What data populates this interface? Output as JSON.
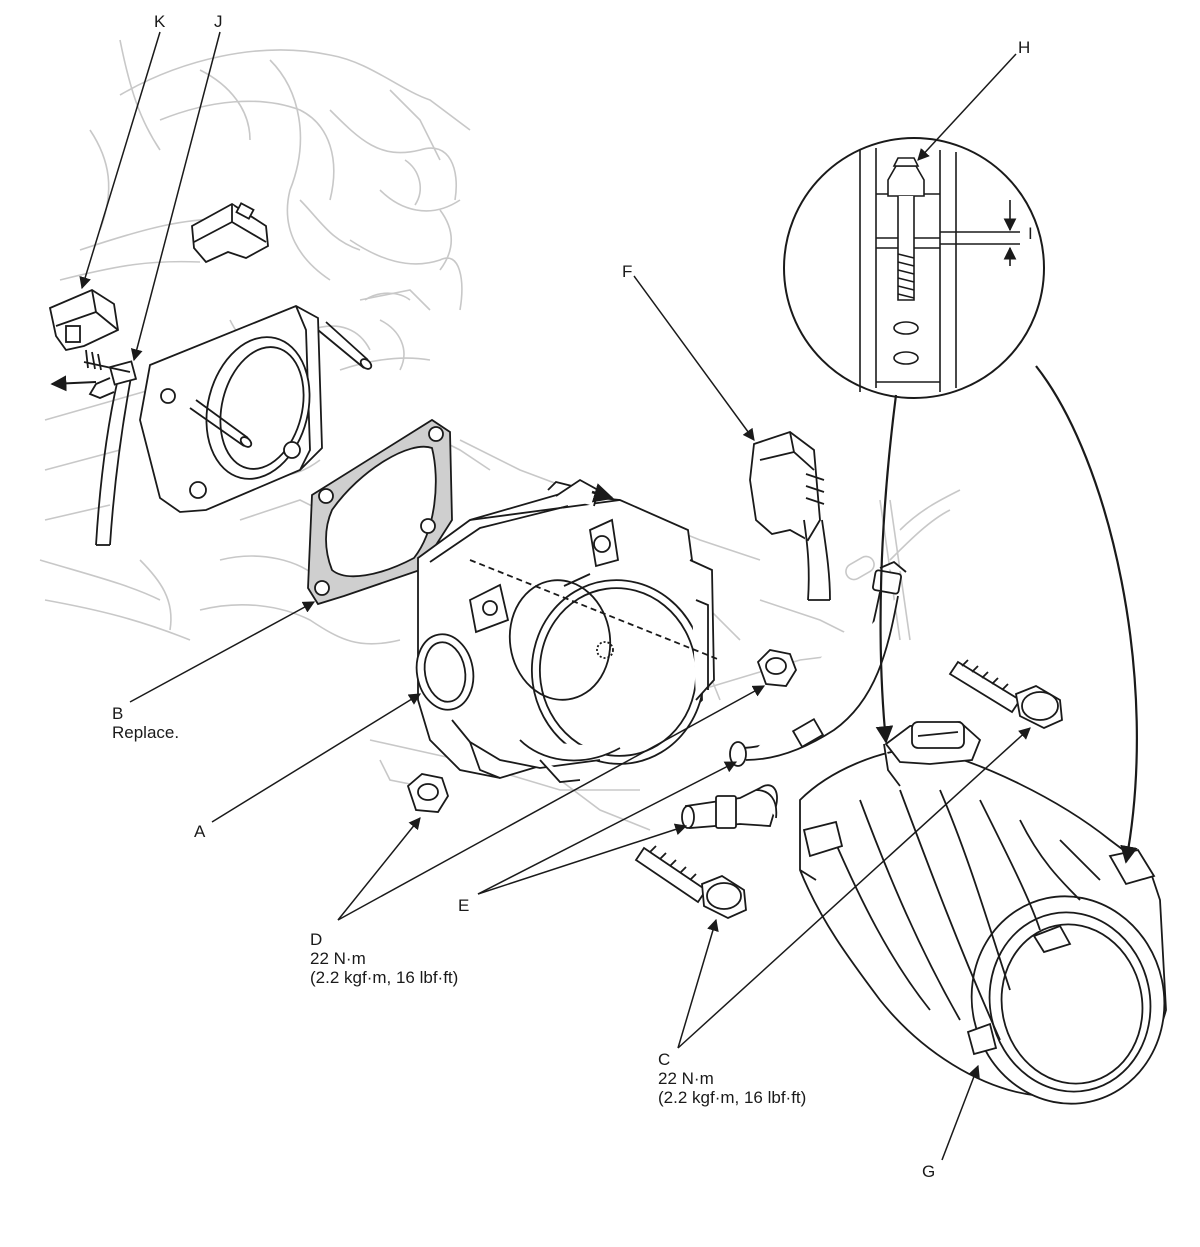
{
  "callouts": {
    "a": "A",
    "b": "B",
    "b_note": "Replace.",
    "c": "C",
    "c_torque": "22 N·m",
    "c_torque_alt": "(2.2 kgf·m, 16 lbf·ft)",
    "d": "D",
    "d_torque": "22 N·m",
    "d_torque_alt": "(2.2 kgf·m, 16 lbf·ft)",
    "e": "E",
    "f": "F",
    "g": "G",
    "h": "H",
    "i": "I",
    "j": "J",
    "k": "K"
  },
  "colors": {
    "ink": "#1a1a1a",
    "background_ink": "#c8c8c8",
    "gasket_fill": "#cfcfcf"
  }
}
